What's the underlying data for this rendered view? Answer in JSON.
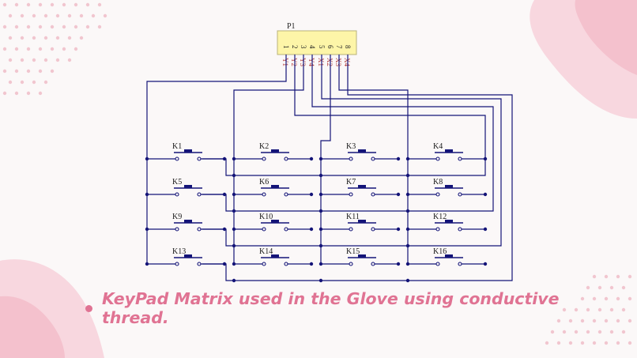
{
  "connector": {
    "ref": "P1",
    "pins": [
      "1",
      "2",
      "3",
      "4",
      "5",
      "6",
      "7",
      "8"
    ],
    "nets": [
      "Y1",
      "Y2",
      "Y3",
      "Y4",
      "X1",
      "X2",
      "X3",
      "X4"
    ]
  },
  "keys": [
    "K1",
    "K2",
    "K3",
    "K4",
    "K5",
    "K6",
    "K7",
    "K8",
    "K9",
    "K10",
    "K11",
    "K12",
    "K13",
    "K14",
    "K15",
    "K16"
  ],
  "caption": "KeyPad Matrix used in the Glove using conductive thread.",
  "colors": {
    "wire": "#141478",
    "connector_fill": "#fdf5a8",
    "net_label": "#b23a3a",
    "caption": "#e07393",
    "decor_pink": "#f6c9d4",
    "decor_dots": "#f1c6cf"
  }
}
